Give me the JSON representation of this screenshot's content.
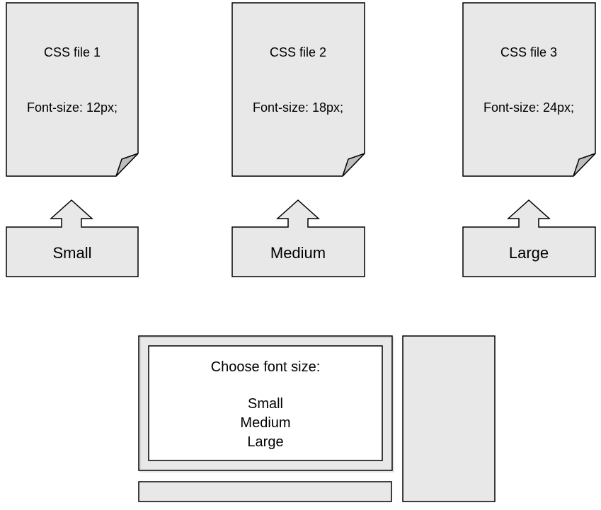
{
  "css_files": [
    {
      "title": "CSS file 1",
      "rule": "Font-size: 12px;"
    },
    {
      "title": "CSS file 2",
      "rule": "Font-size: 18px;"
    },
    {
      "title": "CSS file 3",
      "rule": "Font-size: 24px;"
    }
  ],
  "buttons": [
    {
      "label": "Small"
    },
    {
      "label": "Medium"
    },
    {
      "label": "Large"
    }
  ],
  "computer": {
    "prompt": "Choose font size:",
    "options": [
      "Small",
      "Medium",
      "Large"
    ]
  },
  "colors": {
    "fill": "#e8e8e8",
    "fold": "#bdbdbd",
    "stroke": "#000000"
  }
}
